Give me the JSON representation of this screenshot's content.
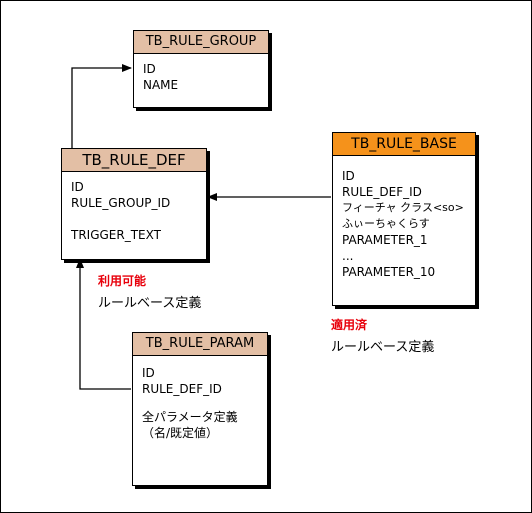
{
  "tables": {
    "rule_group": {
      "name": "TB_RULE_GROUP",
      "fields": [
        "ID",
        "NAME"
      ]
    },
    "rule_def": {
      "name": "TB_RULE_DEF",
      "fields": [
        "ID",
        "RULE_GROUP_ID"
      ],
      "fields2": [
        "TRIGGER_TEXT"
      ]
    },
    "rule_base": {
      "name": "TB_RULE_BASE",
      "fields": [
        "ID",
        "RULE_DEF_ID",
        "フィーチャ クラス<so>",
        "ふぃーちゃくらす",
        "PARAMETER_1",
        "...",
        "PARAMETER_10"
      ]
    },
    "rule_param": {
      "name": "TB_RULE_PARAM",
      "fields": [
        "ID",
        "RULE_DEF_ID"
      ],
      "fields2": [
        "全パラメータ定義",
        "（名/既定値）"
      ]
    }
  },
  "notes": {
    "available": {
      "status": "利用可能",
      "desc": "ルールベース定義"
    },
    "applied": {
      "status": "適用済",
      "desc": "ルールベース定義"
    }
  },
  "colors": {
    "header_tan": "#e3bfa5",
    "header_orange": "#f5921b",
    "status_red": "#e8000b"
  }
}
